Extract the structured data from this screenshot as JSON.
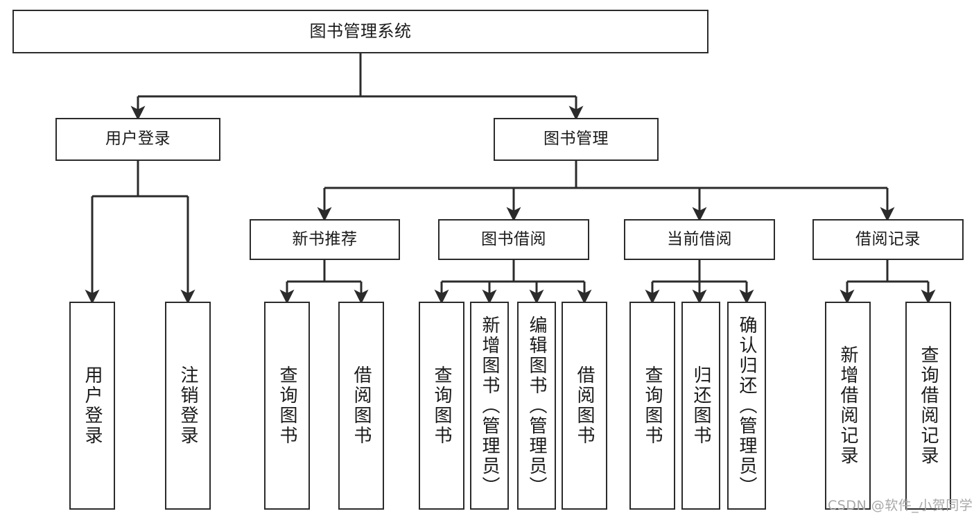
{
  "diagram": {
    "title": "图书管理系统",
    "type": "tree-hierarchy-diagram",
    "watermark": "CSDN @软件_小贺同学",
    "colors": {
      "box_border": "#2b2b2b",
      "box_fill": "#ffffff",
      "connector": "#2b2b2b",
      "text": "#1a1a1a",
      "watermark": "#a8a8a8",
      "background": "#ffffff"
    },
    "levels": {
      "level1": [
        {
          "id": "root",
          "label": "图书管理系统"
        }
      ],
      "level2": [
        {
          "id": "user-login",
          "label": "用户登录"
        },
        {
          "id": "book-manage",
          "label": "图书管理"
        }
      ],
      "level3": [
        {
          "id": "new-book-rec",
          "label": "新书推荐",
          "parent": "book-manage"
        },
        {
          "id": "book-borrow",
          "label": "图书借阅",
          "parent": "book-manage"
        },
        {
          "id": "current-borrow",
          "label": "当前借阅",
          "parent": "book-manage"
        },
        {
          "id": "borrow-record",
          "label": "借阅记录",
          "parent": "book-manage"
        }
      ],
      "leaves": [
        {
          "id": "leaf-user-login",
          "label": "用户登录",
          "parent": "user-login"
        },
        {
          "id": "leaf-logout",
          "label": "注销登录",
          "parent": "user-login"
        },
        {
          "id": "leaf-query-book-1",
          "label": "查询图书",
          "parent": "new-book-rec"
        },
        {
          "id": "leaf-borrow-book-1",
          "label": "借阅图书",
          "parent": "new-book-rec"
        },
        {
          "id": "leaf-query-book-2",
          "label": "查询图书",
          "parent": "book-borrow"
        },
        {
          "id": "leaf-add-book",
          "label": "新增图书（管理员）",
          "parent": "book-borrow"
        },
        {
          "id": "leaf-edit-book",
          "label": "编辑图书（管理员）",
          "parent": "book-borrow"
        },
        {
          "id": "leaf-borrow-book-2",
          "label": "借阅图书",
          "parent": "book-borrow"
        },
        {
          "id": "leaf-query-book-3",
          "label": "查询图书",
          "parent": "current-borrow"
        },
        {
          "id": "leaf-return-book",
          "label": "归还图书",
          "parent": "current-borrow"
        },
        {
          "id": "leaf-confirm-return",
          "label": "确认归还（管理员）",
          "parent": "current-borrow"
        },
        {
          "id": "leaf-add-record",
          "label": "新增借阅记录",
          "parent": "borrow-record"
        },
        {
          "id": "leaf-query-record",
          "label": "查询借阅记录",
          "parent": "borrow-record"
        }
      ]
    }
  }
}
